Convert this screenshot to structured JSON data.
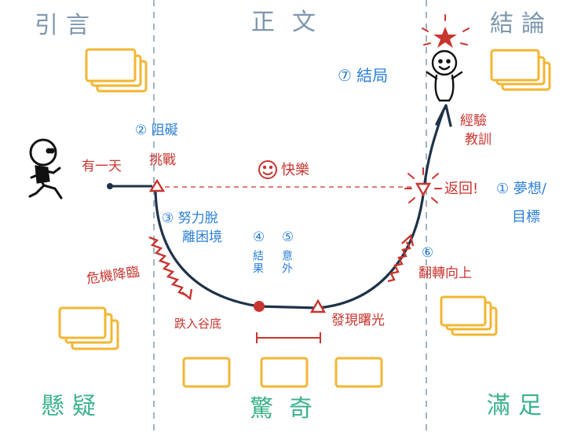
{
  "sections": {
    "intro": "引言",
    "body": "正文",
    "conclusion": "結論"
  },
  "bottom_labels": {
    "left": "懸疑",
    "middle": "驚奇",
    "right": "滿足"
  },
  "annotations": {
    "one_day": "有一天",
    "challenge": "挑戰",
    "obstacle": "② 阻礙",
    "happy": "快樂",
    "effort": "③ 努力脫",
    "escape": "離困境",
    "result_num": "④",
    "result": "結果",
    "surprise_num": "⑤",
    "surprise": "意外",
    "crisis": "危機降臨",
    "fall": "跌入谷底",
    "discover": "發現曙光",
    "turn_num": "⑥",
    "turn": "翻轉向上",
    "return": "返回!",
    "dream": "① 夢想/",
    "goal": "目標",
    "lesson1": "經驗",
    "lesson2": "教訓",
    "ending": "⑦ 結局"
  },
  "colors": {
    "curve": "#1f3347",
    "red": "#c8352f",
    "blue": "#2b7fd6",
    "yellow": "#f2b632",
    "divider": "#8aa0b3",
    "green": "#3cb38a"
  }
}
